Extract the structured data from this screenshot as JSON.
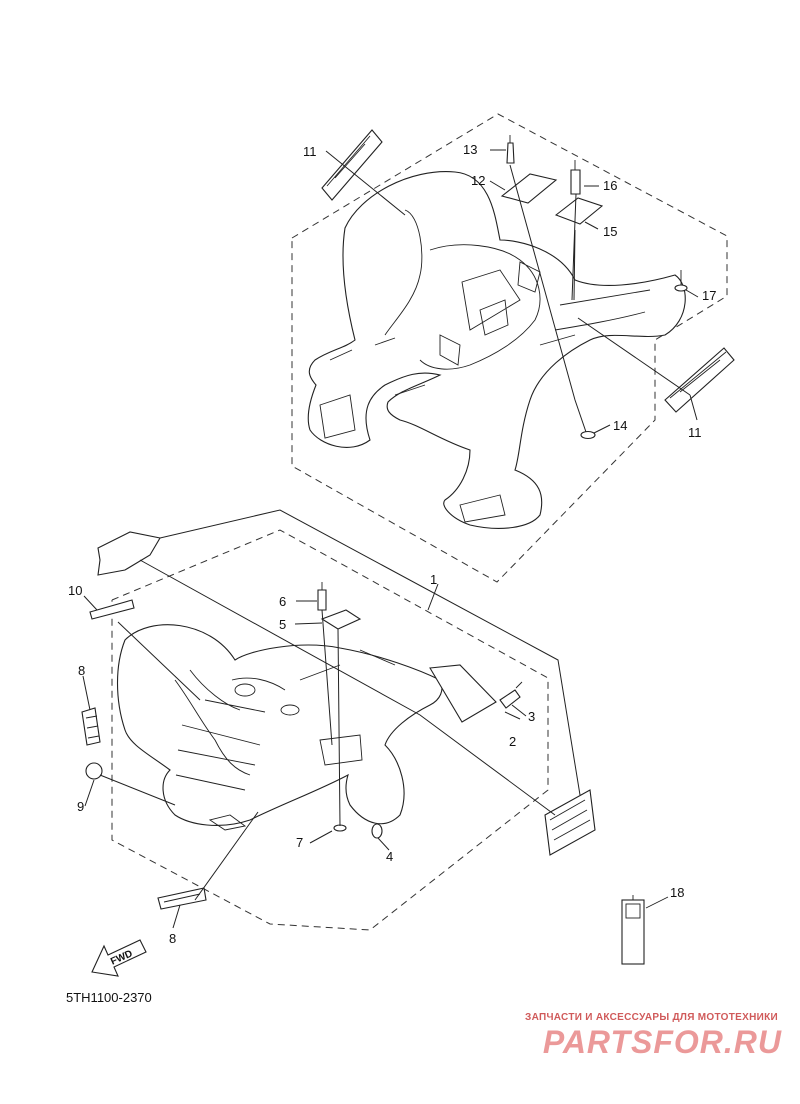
{
  "diagram_code": "5TH1100-2370",
  "watermark": {
    "tagline": "ЗАПЧАСТИ И АКСЕССУАРЫ ДЛЯ МОТОТЕХНИКИ",
    "logo": "PARTSFOR.RU"
  },
  "fwd_arrow_label": "FWD",
  "callouts": [
    {
      "id": "1",
      "text": "1"
    },
    {
      "id": "2",
      "text": "2"
    },
    {
      "id": "3",
      "text": "3"
    },
    {
      "id": "4",
      "text": "4"
    },
    {
      "id": "5",
      "text": "5"
    },
    {
      "id": "6",
      "text": "6"
    },
    {
      "id": "7",
      "text": "7"
    },
    {
      "id": "8a",
      "text": "8"
    },
    {
      "id": "8b",
      "text": "8"
    },
    {
      "id": "9",
      "text": "9"
    },
    {
      "id": "10",
      "text": "10"
    },
    {
      "id": "11a",
      "text": "11"
    },
    {
      "id": "11b",
      "text": "11"
    },
    {
      "id": "12",
      "text": "12"
    },
    {
      "id": "13",
      "text": "13"
    },
    {
      "id": "14",
      "text": "14"
    },
    {
      "id": "15",
      "text": "15"
    },
    {
      "id": "16",
      "text": "16"
    },
    {
      "id": "17",
      "text": "17"
    },
    {
      "id": "18",
      "text": "18"
    }
  ]
}
